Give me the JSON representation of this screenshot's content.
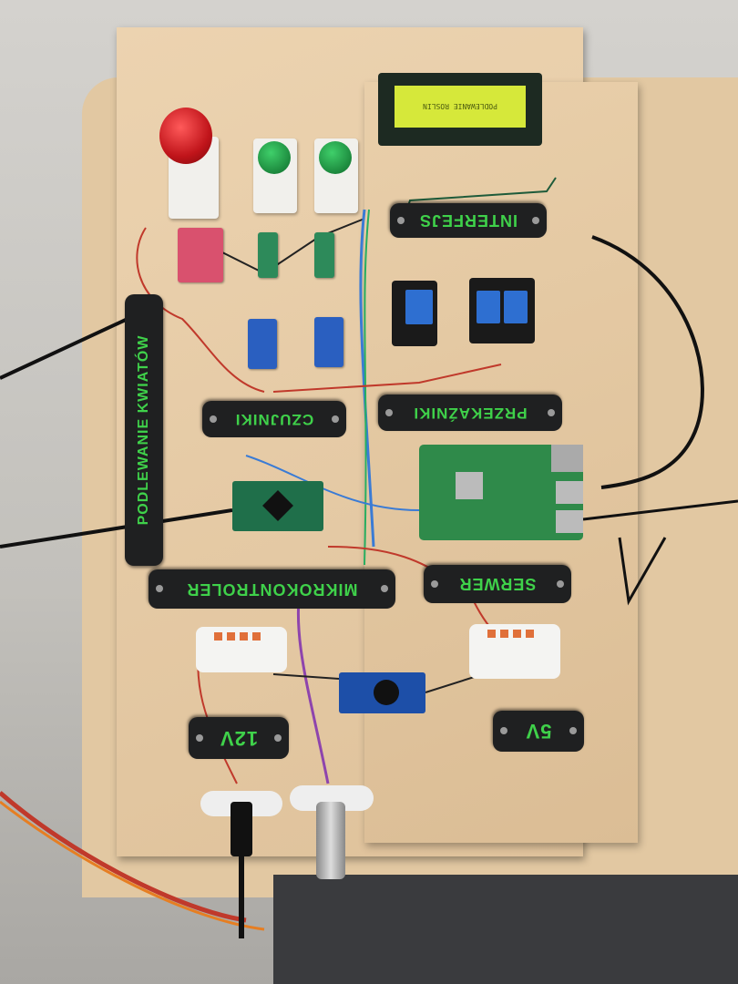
{
  "labels": {
    "interface": "INTERFEJS",
    "relays": "PRZEKAŹNIKI",
    "sensors": "CZUJNIKI",
    "project": "PODLEWANIE KWIATÓW",
    "microcontroller": "MIKROKONTROLER",
    "server": "SERWER",
    "v12": "12V",
    "v5": "5V"
  },
  "lcd": {
    "line1": "PODLEWANIE ROSLIN"
  },
  "colors": {
    "label_text": "#3fd14a",
    "plate": "#1f2021",
    "board": "#e6cba5",
    "lcd": "#d6e83a"
  }
}
